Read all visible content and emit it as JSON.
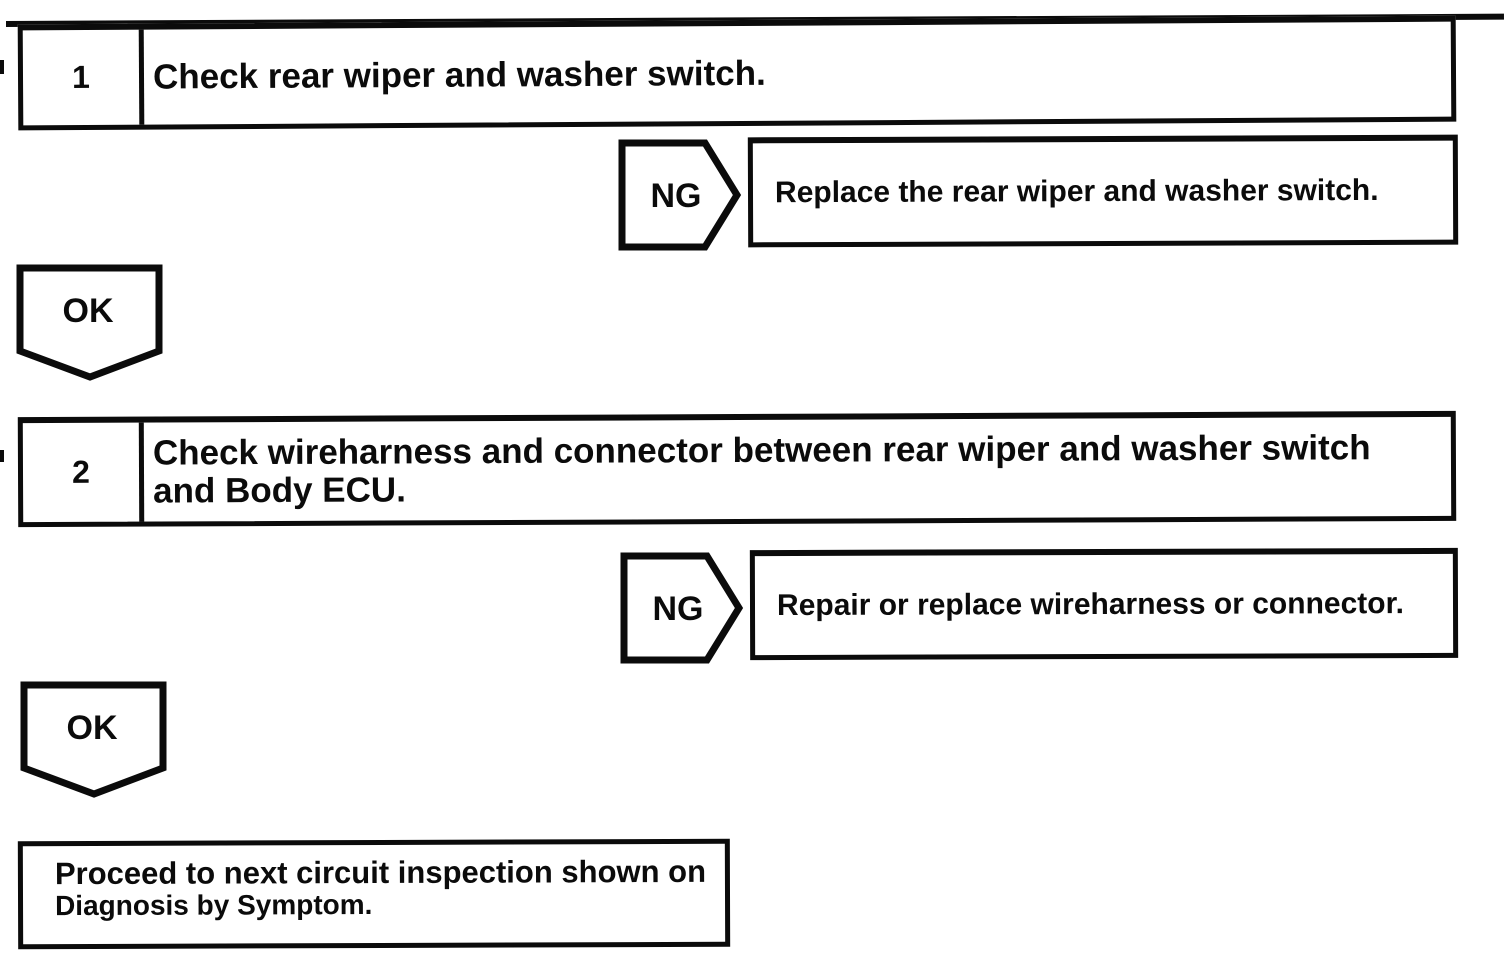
{
  "palette": {
    "paper": "#ffffff",
    "ink": "#0b0b0b"
  },
  "flowchart": {
    "steps": [
      {
        "number": "1",
        "instruction": "Check rear wiper and washer switch.",
        "ng_label": "NG",
        "ng_action": "Replace the rear wiper and washer switch.",
        "ok_label": "OK"
      },
      {
        "number": "2",
        "instruction": "Check wireharness and connector between rear wiper and washer switch and Body ECU.",
        "ng_label": "NG",
        "ng_action": "Repair or replace wireharness or connector.",
        "ok_label": "OK"
      }
    ],
    "result": {
      "line1": "Proceed to next circuit inspection shown on",
      "line2": "Diagnosis by Symptom."
    }
  }
}
